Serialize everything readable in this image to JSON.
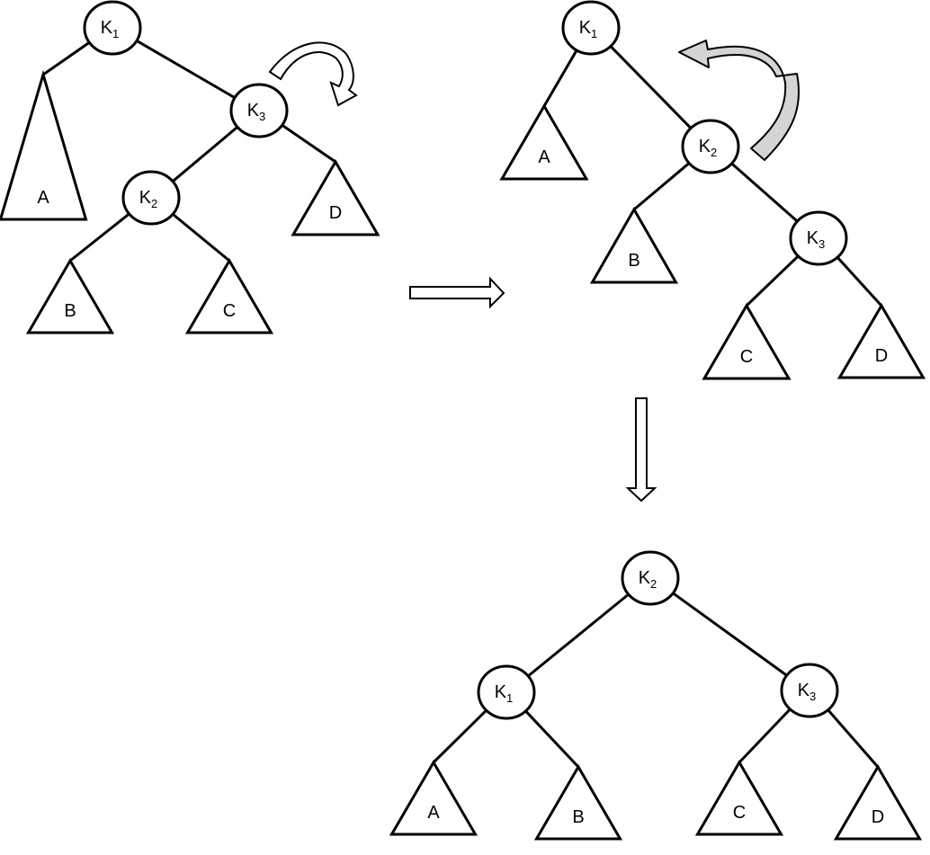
{
  "trees": [
    {
      "id": "tree-1",
      "nodes": [
        {
          "id": "k1",
          "base": "K",
          "sub": "1"
        },
        {
          "id": "k3",
          "base": "K",
          "sub": "3"
        },
        {
          "id": "k2",
          "base": "K",
          "sub": "2"
        }
      ],
      "subtrees": [
        {
          "id": "a",
          "label": "A"
        },
        {
          "id": "d",
          "label": "D"
        },
        {
          "id": "b",
          "label": "B"
        },
        {
          "id": "c",
          "label": "C"
        }
      ],
      "edges": [
        [
          "k1",
          "a"
        ],
        [
          "k1",
          "k3"
        ],
        [
          "k3",
          "k2"
        ],
        [
          "k3",
          "d"
        ],
        [
          "k2",
          "b"
        ],
        [
          "k2",
          "c"
        ]
      ]
    },
    {
      "id": "tree-2",
      "nodes": [
        {
          "id": "k1",
          "base": "K",
          "sub": "1"
        },
        {
          "id": "k2",
          "base": "K",
          "sub": "2"
        },
        {
          "id": "k3",
          "base": "K",
          "sub": "3"
        }
      ],
      "subtrees": [
        {
          "id": "a",
          "label": "A"
        },
        {
          "id": "b",
          "label": "B"
        },
        {
          "id": "c",
          "label": "C"
        },
        {
          "id": "d",
          "label": "D"
        }
      ],
      "edges": [
        [
          "k1",
          "a"
        ],
        [
          "k1",
          "k2"
        ],
        [
          "k2",
          "b"
        ],
        [
          "k2",
          "k3"
        ],
        [
          "k3",
          "c"
        ],
        [
          "k3",
          "d"
        ]
      ]
    },
    {
      "id": "tree-3",
      "nodes": [
        {
          "id": "k2",
          "base": "K",
          "sub": "2"
        },
        {
          "id": "k1",
          "base": "K",
          "sub": "1"
        },
        {
          "id": "k3",
          "base": "K",
          "sub": "3"
        }
      ],
      "subtrees": [
        {
          "id": "a",
          "label": "A"
        },
        {
          "id": "b",
          "label": "B"
        },
        {
          "id": "c",
          "label": "C"
        },
        {
          "id": "d",
          "label": "D"
        }
      ],
      "edges": [
        [
          "k2",
          "k1"
        ],
        [
          "k2",
          "k3"
        ],
        [
          "k1",
          "a"
        ],
        [
          "k1",
          "b"
        ],
        [
          "k3",
          "c"
        ],
        [
          "k3",
          "d"
        ]
      ]
    }
  ],
  "colors": {
    "stroke": "#000000",
    "fill": "#ffffff",
    "rotation_arrow_gray": "#d4d4d4"
  },
  "icons": {
    "first_rotation": "curved-arrow-clockwise-icon",
    "second_rotation": "curved-arrow-counterclockwise-icon",
    "transition_right": "hollow-arrow-right-icon",
    "transition_down": "hollow-arrow-down-icon"
  }
}
